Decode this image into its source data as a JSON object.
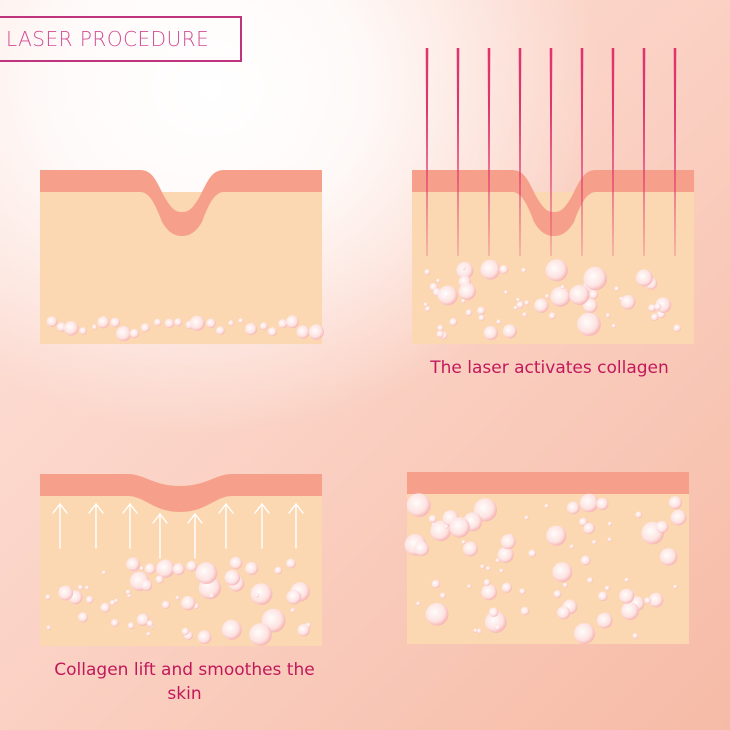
{
  "title": "LASER PROCEDURE",
  "captions": {
    "laser": "The laser activates collagen",
    "lift": "Collagen lift and smoothes the skin"
  },
  "colors": {
    "skin": "#fbd8b2",
    "epidermis": "#f6a08c",
    "epidermis_dark": "#f08d7b",
    "laser": "#e0346e",
    "caption": "#c2185b",
    "title_border": "#c0347d",
    "title_text": "#d24b94",
    "bubble": "#fde8e8"
  },
  "icons": {
    "arrows": "up-arrow-icon",
    "laser_beams": "laser-beam-icon",
    "bubbles": "collagen-bubble-icon"
  }
}
